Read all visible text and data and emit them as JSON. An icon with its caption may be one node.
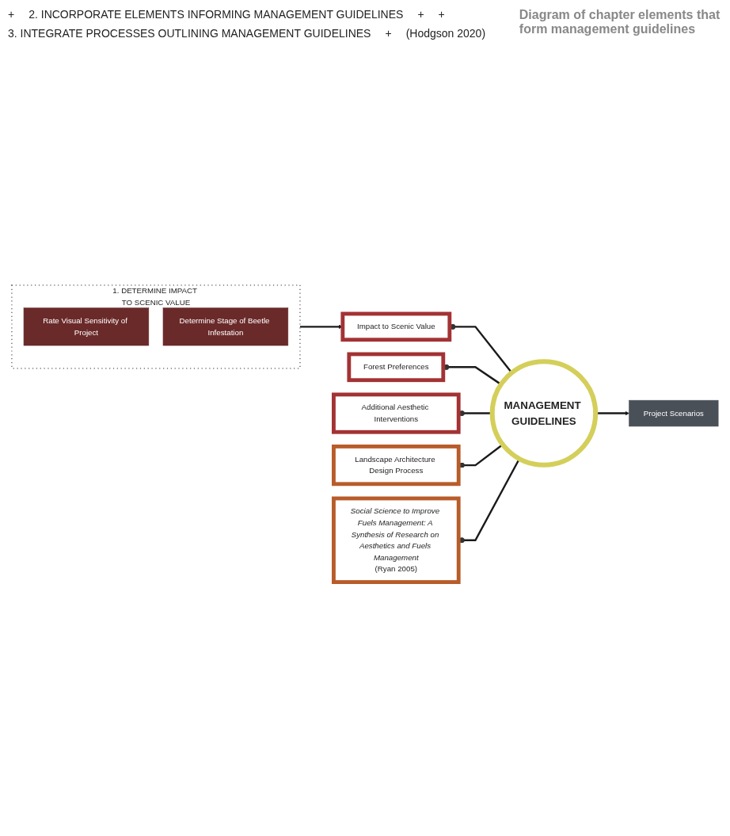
{
  "diagram": {
    "caption": "Diagram of chapter elements that form management guidelines",
    "nodes": [
      {
        "text": [
          "1. DETERMINE IMPACT TO SCENIC VALUE"
        ]
      },
      {
        "text": [
          "Rate Visual Sensitivity of Project"
        ],
        "in": 0
      },
      {
        "text": [
          "Determine Stage of Beetle Infestation"
        ],
        "in": 0
      },
      {
        "text": [
          "Impact to Scenic Value"
        ]
      },
      {
        "text": [
          "Forest Preferences"
        ]
      },
      {
        "text": [
          "Additional Aesthetic Interventions"
        ]
      },
      {
        "text": [
          "Landscape Architecture Design Process"
        ]
      },
      {
        "text": [
          "Social Science to Improve Fuels Management: A Synthesis of Research on Aesthetics and Fuels Management",
          "(Ryan 2005)"
        ]
      },
      {
        "text": [
          "MANAGEMENT GUIDELINES"
        ]
      },
      {
        "text": [
          "Project Scenarios"
        ]
      }
    ],
    "edges": [
      {
        "from": 0,
        "to": 3,
        "arrow": "to"
      },
      {
        "from": 3,
        "to": 8,
        "arrow": "other"
      },
      {
        "from": 4,
        "to": 8,
        "arrow": "other"
      },
      {
        "from": 5,
        "to": 8,
        "arrow": "other"
      },
      {
        "from": 6,
        "to": 8,
        "arrow": "other"
      },
      {
        "from": 7,
        "to": 8,
        "arrow": "other"
      },
      {
        "from": 8,
        "to": 9,
        "arrow": "to"
      }
    ],
    "labels": [
      "+",
      "2. INCORPORATE ELEMENTS INFORMING MANAGEMENT GUIDELINES",
      "+",
      "+",
      "3. INTEGRATE PROCESSES OUTLINING MANAGEMENT GUIDELINES",
      "+",
      "(Hodgson 2020)"
    ]
  }
}
